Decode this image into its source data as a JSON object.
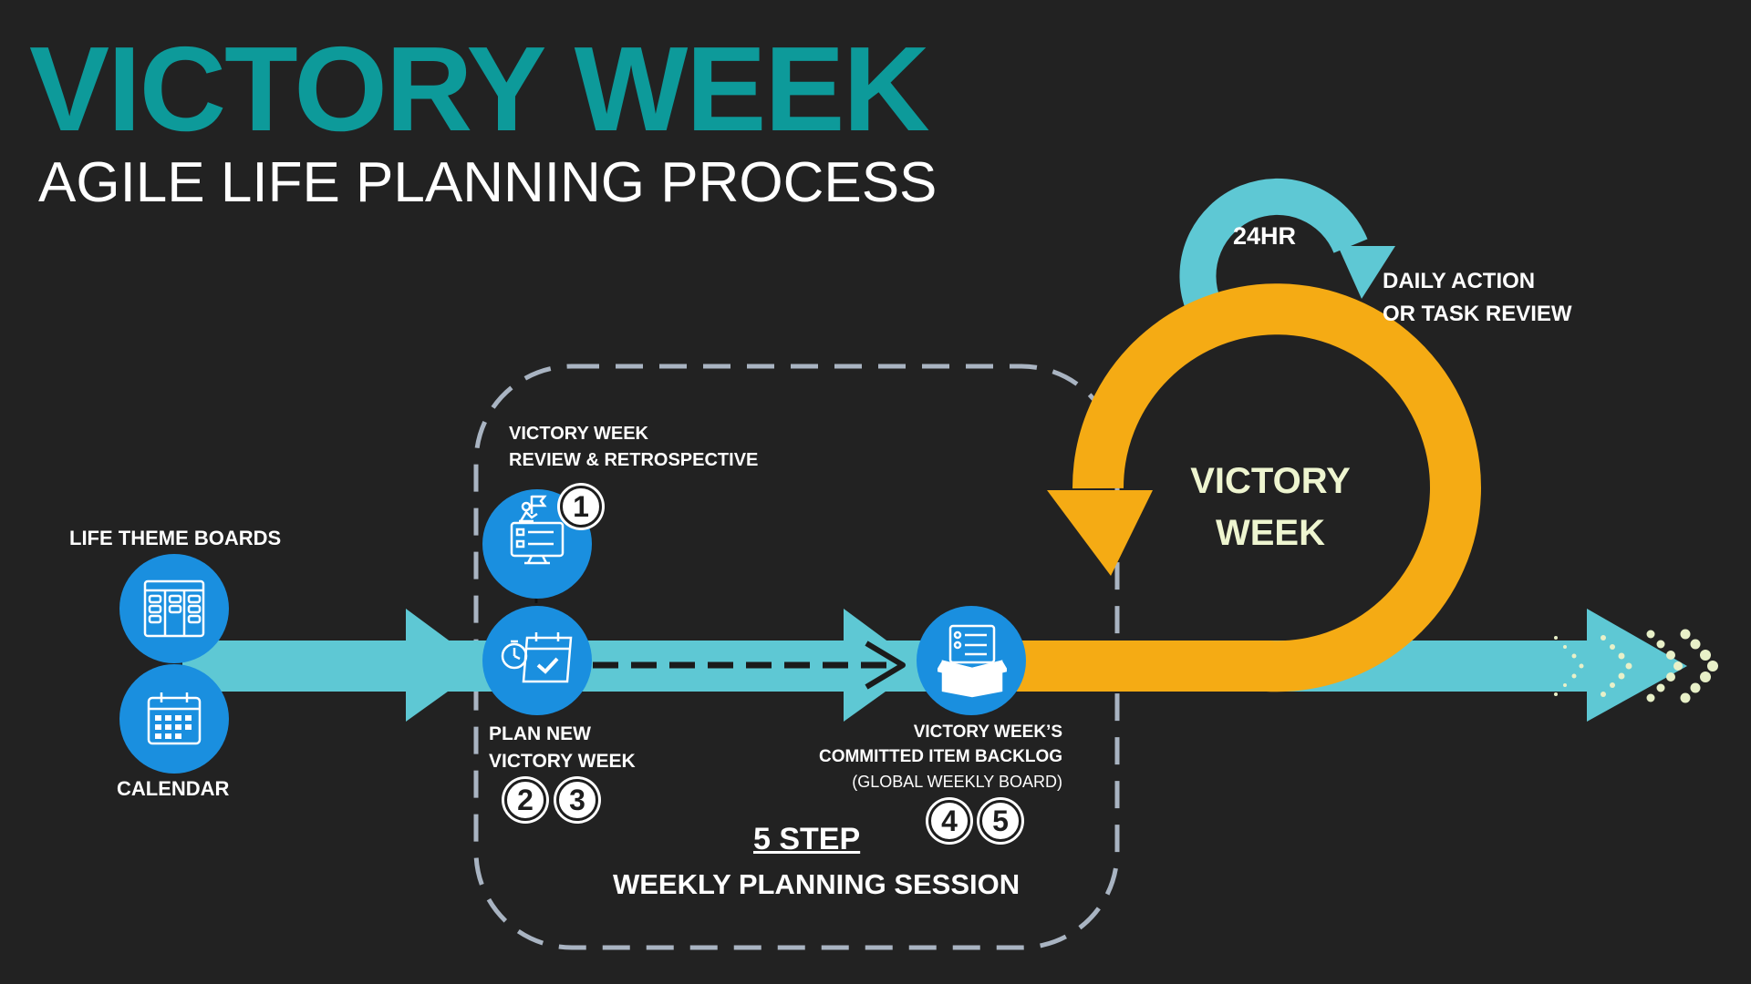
{
  "header": {
    "title": "VICTORY WEEK",
    "subtitle": "AGILE LIFE PLANNING PROCESS"
  },
  "colors": {
    "title_teal": "#0d9a9a",
    "arrow_light_blue": "#5ec8d4",
    "circle_blue": "#1a8fdf",
    "loop_orange": "#f5ab14",
    "loop_text_cream": "#eef5d0",
    "dashed_box": "#a9b4c2",
    "background": "#222222"
  },
  "inputs": {
    "life_theme_boards": {
      "label": "LIFE THEME BOARDS",
      "icon": "kanban-board-icon"
    },
    "calendar": {
      "label": "CALENDAR",
      "icon": "calendar-icon"
    }
  },
  "session": {
    "step1": {
      "line1": "VICTORY WEEK",
      "line2": "REVIEW & RETROSPECTIVE",
      "badges": [
        "1"
      ],
      "icon": "retrospective-icon"
    },
    "step2": {
      "line1": "PLAN NEW",
      "line2": "VICTORY WEEK",
      "badges": [
        "2",
        "3"
      ],
      "icon": "plan-week-icon"
    },
    "backlog": {
      "line1": "VICTORY WEEK’S",
      "line2": "COMMITTED ITEM BACKLOG",
      "line3": "(GLOBAL WEEKLY BOARD)",
      "badges": [
        "4",
        "5"
      ],
      "icon": "backlog-box-icon"
    },
    "title": "5 STEP",
    "subtitle": "WEEKLY PLANNING SESSION"
  },
  "daily_loop": {
    "label": "24HR",
    "caption_line1": "DAILY ACTION",
    "caption_line2": "OR TASK REVIEW"
  },
  "week_loop": {
    "line1": "VICTORY",
    "line2": "WEEK"
  }
}
